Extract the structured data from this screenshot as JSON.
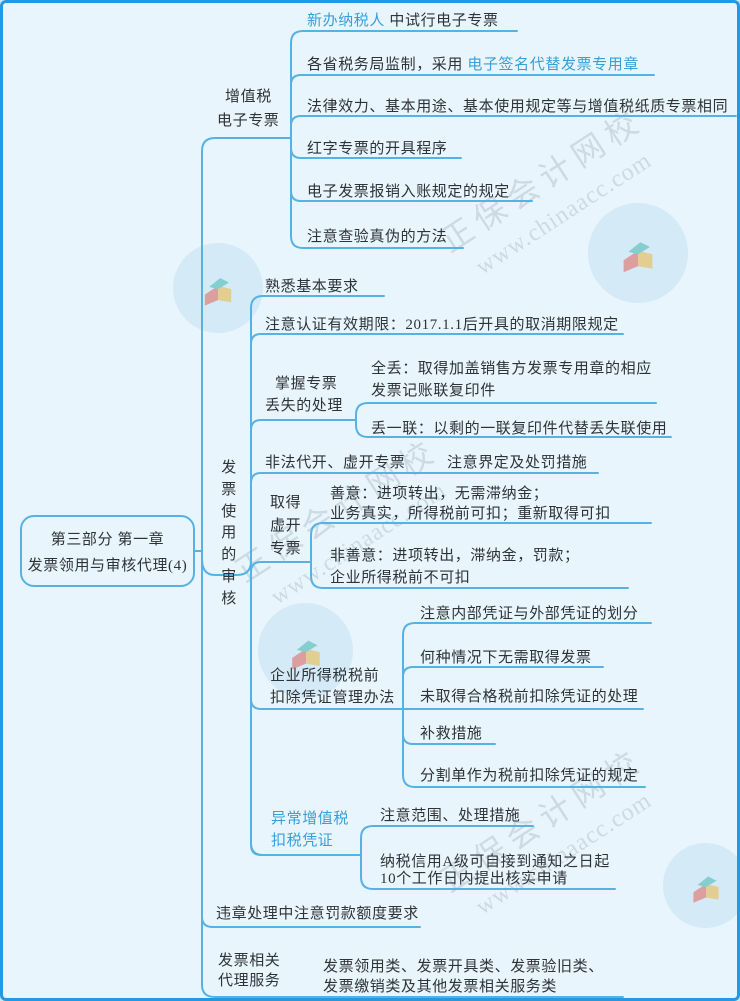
{
  "colors": {
    "background": "#e8f5fc",
    "frame_border": "#2299e2",
    "branch_line": "#56b2e4",
    "text_dark": "#2e3338",
    "text_link_blue": "#36a0d9",
    "watermark_gray": "#94a4b0"
  },
  "watermark": {
    "cn": "正保会计网校",
    "url": "www.chinaacc.com"
  },
  "root": {
    "line1": "第三部分  第一章",
    "line2": "发票领用与审核代理(4)"
  },
  "b1": {
    "label1": "增值税",
    "label2": "电子专票",
    "c1_link": "新办纳税人",
    "c1_rest": " 中试行电子专票",
    "c2_pre": "各省税务局监制，采用 ",
    "c2_link": "电子签名代替发票专用章",
    "c3": "法律效力、基本用途、基本使用规定等与增值税纸质专票相同",
    "c4": "红字专票的开具程序",
    "c5": "电子发票报销入账规定的规定",
    "c6": "注意查验真伪的方法"
  },
  "b2": {
    "label": "发票使用的审核",
    "c1": "熟悉基本要求",
    "c2": "注意认证有效期限：2017.1.1后开具的取消期限规定",
    "c3_label1": "掌握专票",
    "c3_label2": "丢失的处理",
    "c3a_1": "全丢：取得加盖销售方发票专用章的相应",
    "c3a_2": "发票记账联复印件",
    "c3b": "丢一联：以剩的一联复印件代替丢失联使用",
    "c4_label": "非法代开、虚开专票",
    "c4a": "注意界定及处罚措施",
    "c5_l1": "取得",
    "c5_l2": "虚开",
    "c5_l3": "专票",
    "c5a_1": "善意：进项转出，无需滞纳金；",
    "c5a_2": "业务真实，所得税前可扣；重新取得可扣",
    "c5b_1": "非善意：进项转出，滞纳金，罚款；",
    "c5b_2": "企业所得税前不可扣",
    "c6_label1": "企业所得税税前",
    "c6_label2": "扣除凭证管理办法",
    "c6a": "注意内部凭证与外部凭证的划分",
    "c6b": "何种情况下无需取得发票",
    "c6c": "未取得合格税前扣除凭证的处理",
    "c6d": "补救措施",
    "c6e": "分割单作为税前扣除凭证的规定",
    "c7_label1": "异常增值税",
    "c7_label2": "扣税凭证",
    "c7a": "注意范围、处理措施",
    "c7b_1": "纳税信用A级可自接到通知之日起",
    "c7b_2": "10个工作日内提出核实申请"
  },
  "b3": {
    "label": "违章处理中注意罚款额度要求"
  },
  "b4": {
    "label1": "发票相关",
    "label2": "代理服务",
    "c1_1": "发票领用类、发票开具类、发票验旧类、",
    "c1_2": "发票缴销类及其他发票相关服务类"
  }
}
